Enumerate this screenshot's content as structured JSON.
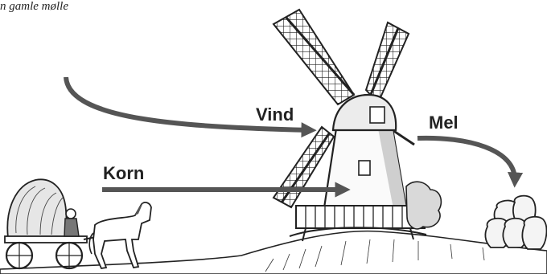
{
  "caption": "n gamle mølle",
  "labels": {
    "wind": "Vind",
    "grain": "Korn",
    "flour": "Mel"
  },
  "colors": {
    "arrow": "#555555",
    "ink": "#222222"
  }
}
